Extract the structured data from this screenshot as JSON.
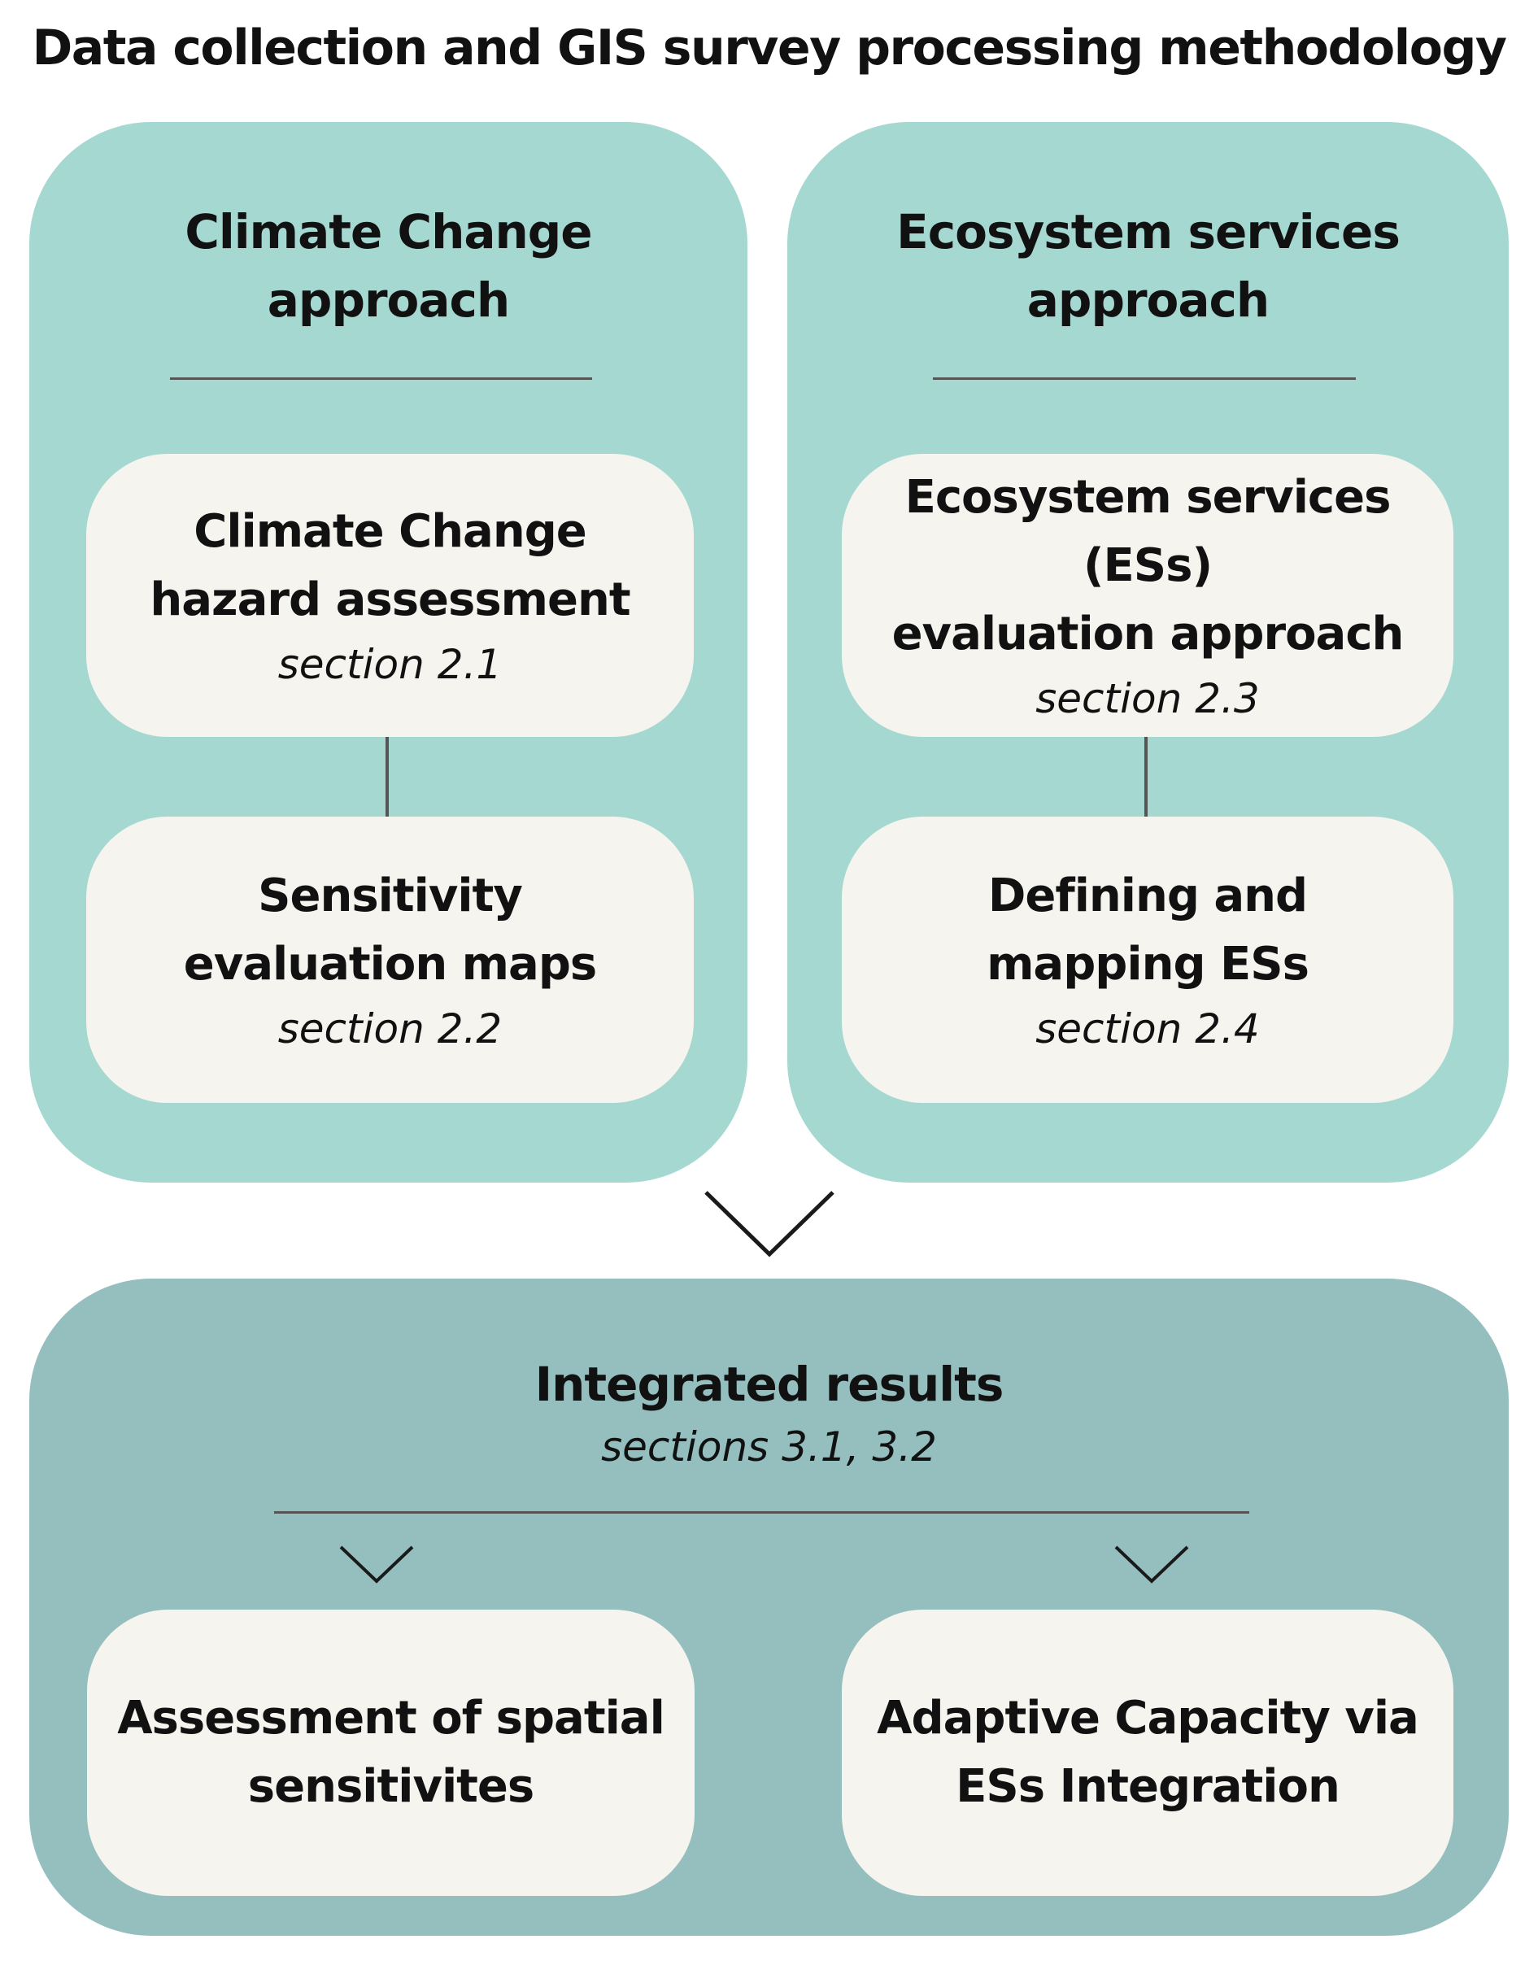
{
  "title": "Data collection and GIS survey processing methodology",
  "climate": {
    "heading_line1": "Climate Change",
    "heading_line2": "approach",
    "box1": {
      "line1": "Climate Change",
      "line2": "hazard assessment",
      "section": "section 2.1"
    },
    "box2": {
      "line1": "Sensitivity",
      "line2": "evaluation maps",
      "section": "section 2.2"
    }
  },
  "ecosystem": {
    "heading_line1": "Ecosystem services",
    "heading_line2": "approach",
    "box1": {
      "line1": "Ecosystem services (ESs)",
      "line2": "evaluation approach",
      "section": "section 2.3"
    },
    "box2": {
      "line1": "Defining and",
      "line2": "mapping ESs",
      "section": "section 2.4"
    }
  },
  "integrated": {
    "heading": "Integrated results",
    "section": "sections 3.1, 3.2",
    "box_left": {
      "line1": "Assessment of spatial",
      "line2": "sensitivites"
    },
    "box_right": {
      "line1": "Adaptive Capacity via",
      "line2": "ESs Integration"
    }
  },
  "colors": {
    "approach_panel": "#a6d8d2",
    "integrated_panel": "#95bfbf",
    "box_fill": "#f6f4ee",
    "line": "#555555"
  }
}
